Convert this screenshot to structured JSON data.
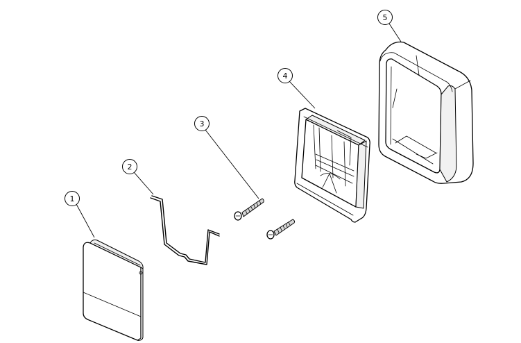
{
  "diagram": {
    "balloons": [
      {
        "id": 1,
        "label": "1"
      },
      {
        "id": 2,
        "label": "2"
      },
      {
        "id": 3,
        "label": "3"
      },
      {
        "id": 4,
        "label": "4"
      },
      {
        "id": 5,
        "label": "5"
      }
    ]
  }
}
